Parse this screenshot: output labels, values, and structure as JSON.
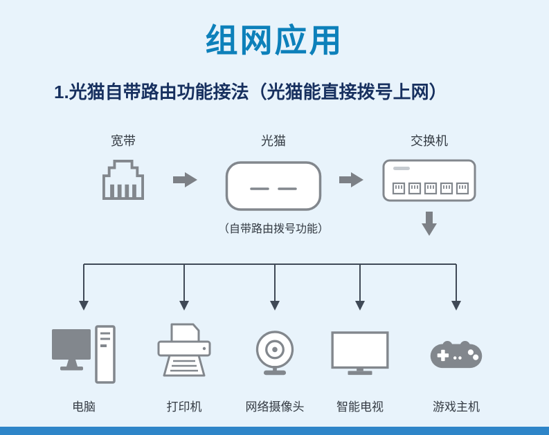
{
  "page": {
    "title": "组网应用",
    "section_title": "1.光猫自带路由功能接法（光猫能直接拨号上网）"
  },
  "topology": {
    "broadband": {
      "label": "宽带"
    },
    "modem": {
      "label": "光猫",
      "note": "（自带路由拨号功能）"
    },
    "switch": {
      "label": "交换机"
    },
    "devices": [
      {
        "label": "电脑"
      },
      {
        "label": "打印机"
      },
      {
        "label": "网络摄像头"
      },
      {
        "label": "智能电视"
      },
      {
        "label": "游戏主机"
      }
    ]
  },
  "colors": {
    "background": "#e8f3fb",
    "title_color": "#0d80ba",
    "heading_color": "#17305f",
    "label_color": "#333a42",
    "icon_gray": "#82878d",
    "arrow_gray": "#7c8086",
    "line_color": "#3f4956",
    "footer_bar": "#2e85c8"
  }
}
